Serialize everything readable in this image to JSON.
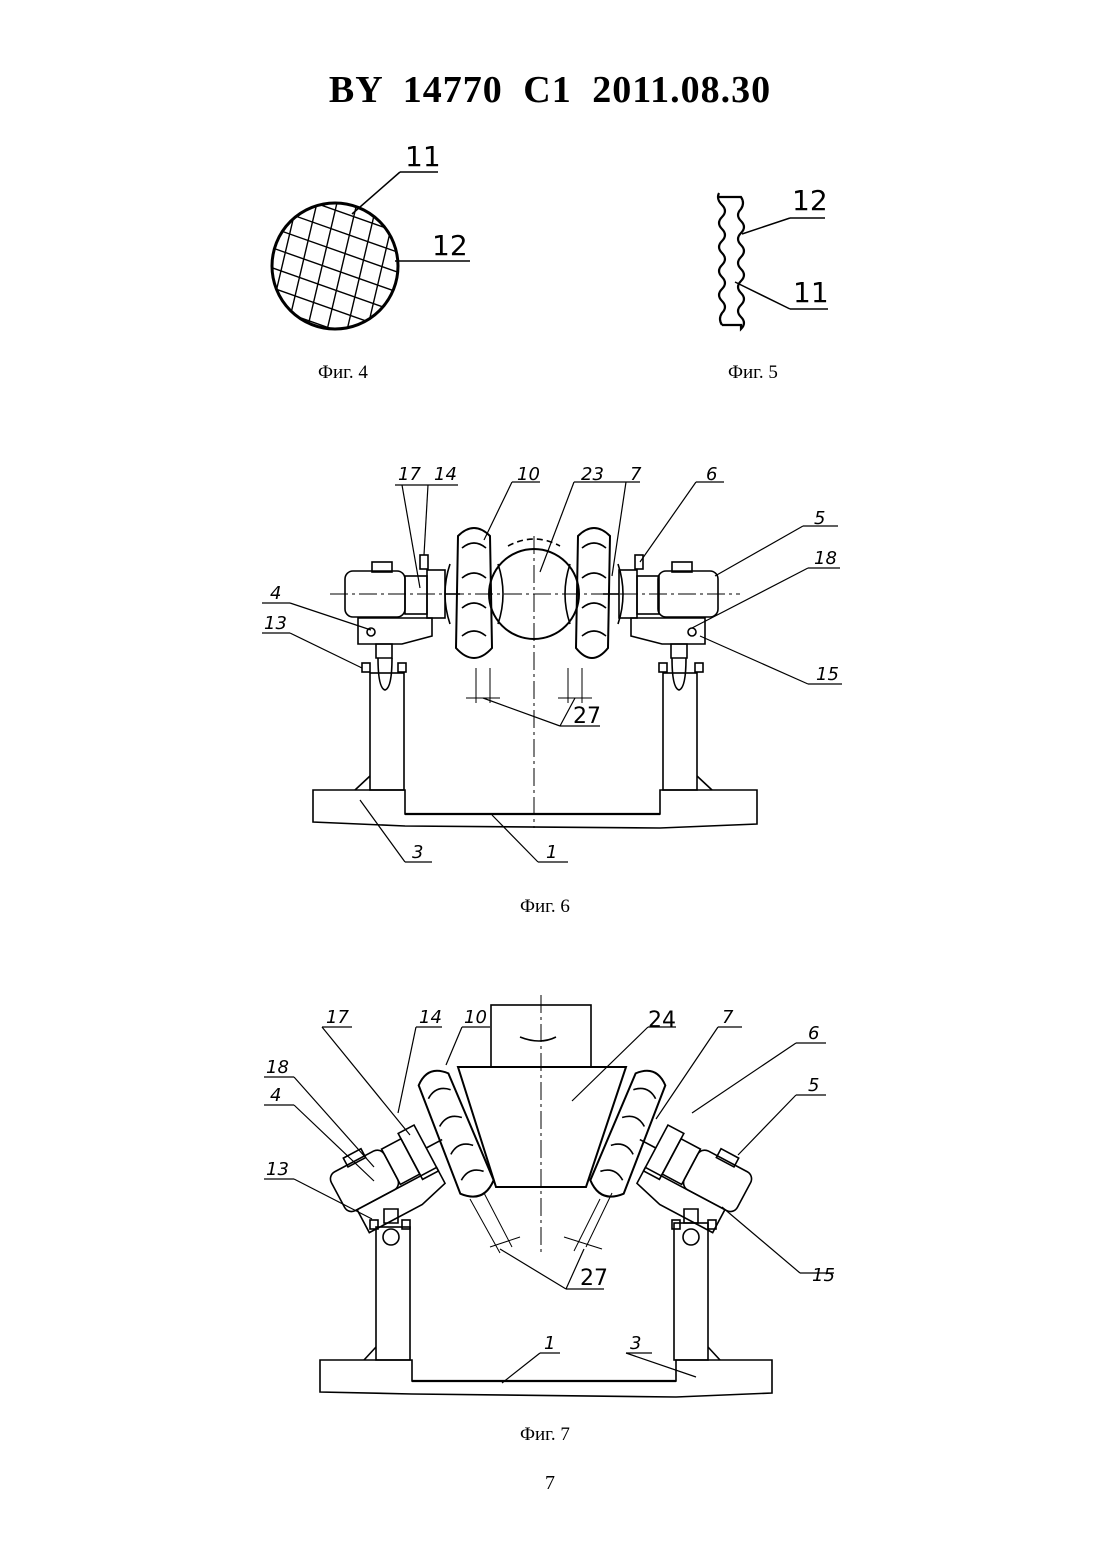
{
  "header": {
    "text": "BY  14770  C1  2011.08.30"
  },
  "fig4": {
    "caption": "Фиг. 4",
    "labels": [
      "11",
      "12"
    ]
  },
  "fig5": {
    "caption": "Фиг. 5",
    "labels": [
      "12",
      "11"
    ]
  },
  "fig6": {
    "caption": "Фиг. 6",
    "labels": [
      "17",
      "14",
      "10",
      "23",
      "7",
      "6",
      "5",
      "18",
      "4",
      "13",
      "15",
      "27",
      "3",
      "1"
    ]
  },
  "fig7": {
    "caption": "Фиг. 7",
    "labels": [
      "17",
      "14",
      "10",
      "24",
      "7",
      "6",
      "5",
      "18",
      "4",
      "13",
      "15",
      "27",
      "1",
      "3"
    ]
  },
  "page": {
    "number": "7"
  }
}
